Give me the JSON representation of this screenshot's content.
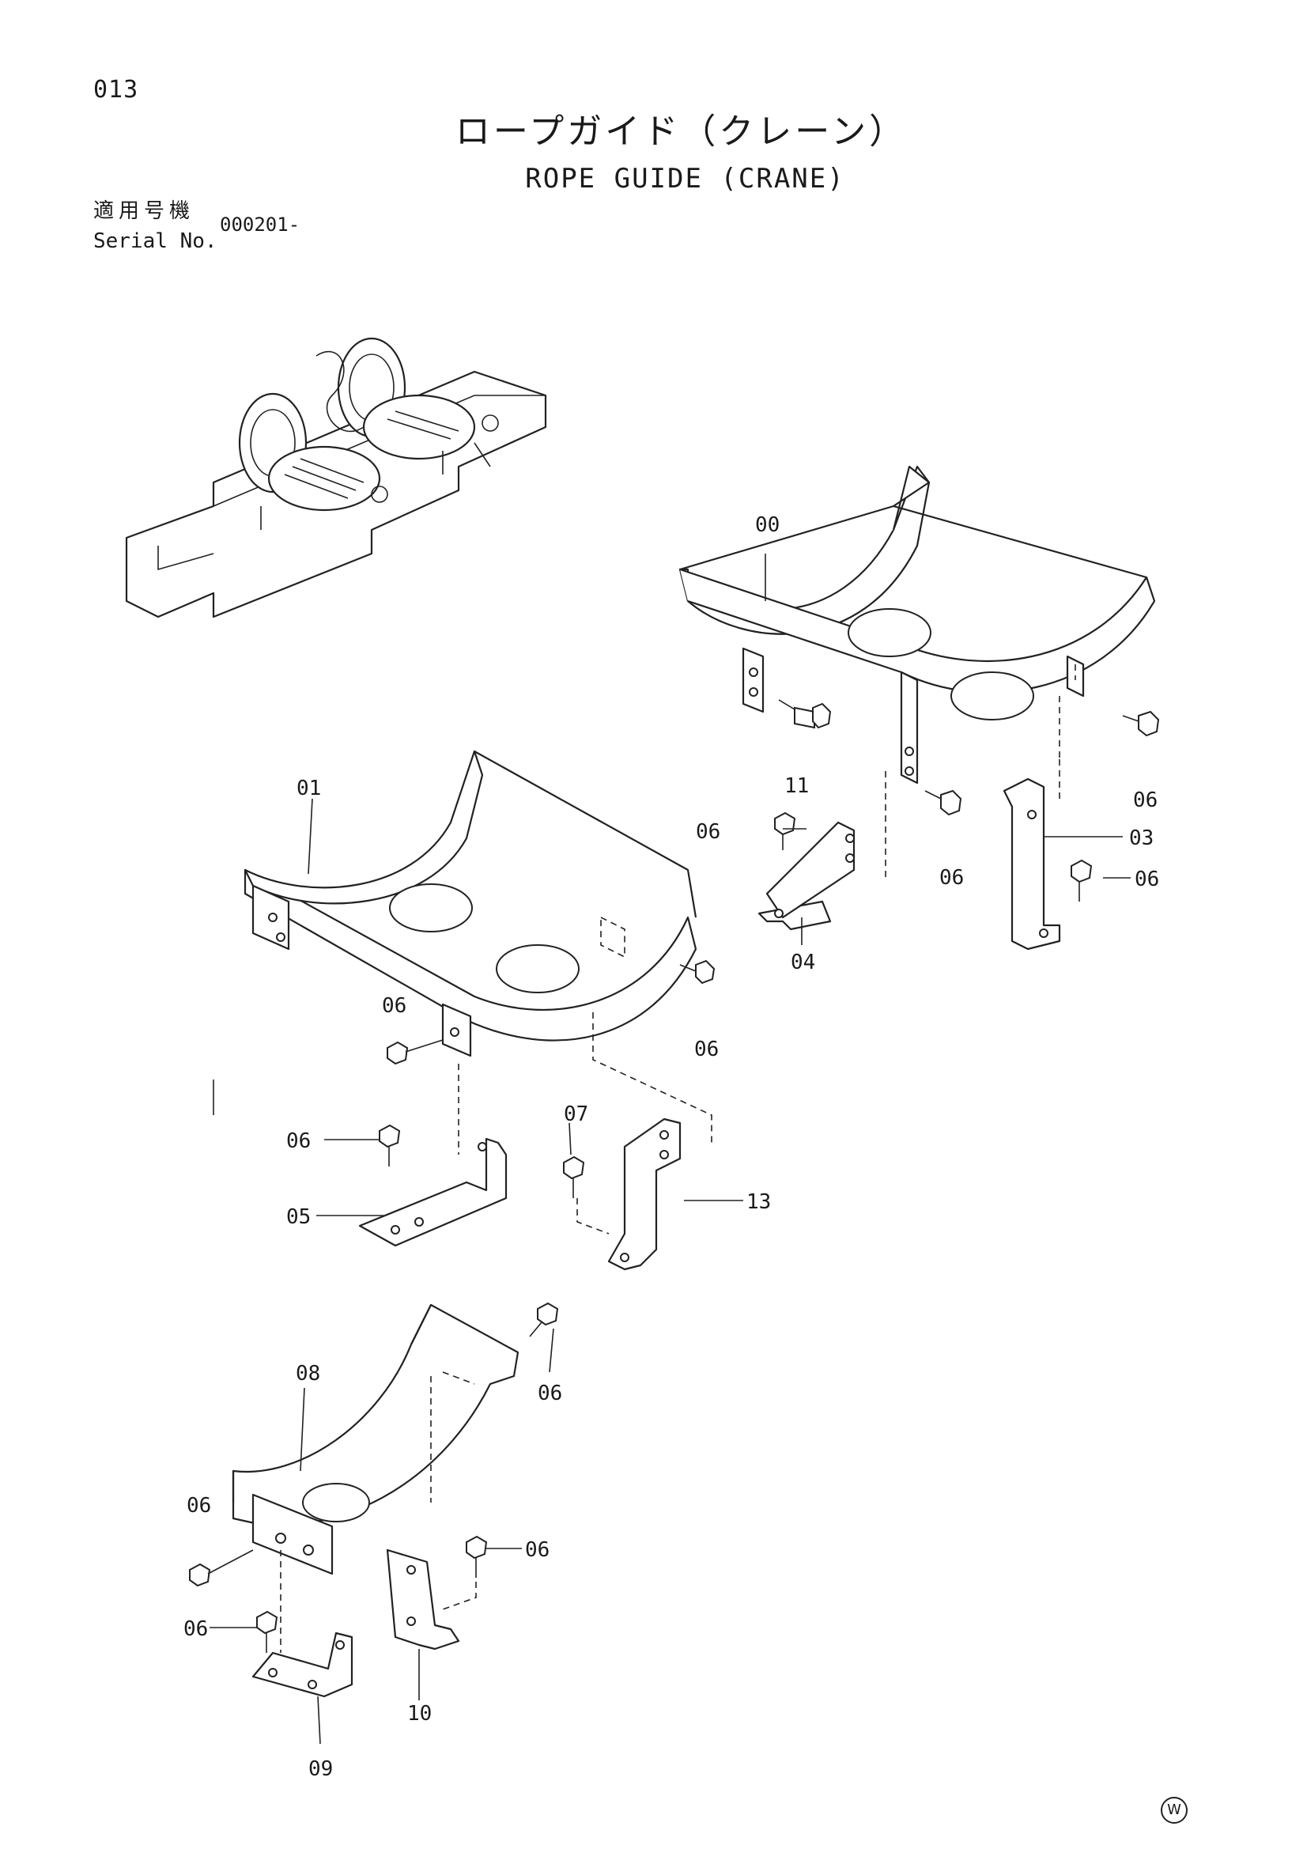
{
  "page": {
    "number": "013"
  },
  "title": {
    "japanese": "ロープガイド（クレーン）",
    "english": "ROPE GUIDE (CRANE)"
  },
  "serial": {
    "label_jp": "適用号機",
    "label_en": "Serial No.",
    "value": "000201-"
  },
  "callouts": [
    {
      "id": "00",
      "label": "00"
    },
    {
      "id": "01",
      "label": "01"
    },
    {
      "id": "03",
      "label": "03"
    },
    {
      "id": "04",
      "label": "04"
    },
    {
      "id": "05",
      "label": "05"
    },
    {
      "id": "06",
      "label": "06"
    },
    {
      "id": "07",
      "label": "07"
    },
    {
      "id": "08",
      "label": "08"
    },
    {
      "id": "09",
      "label": "09"
    },
    {
      "id": "10",
      "label": "10"
    },
    {
      "id": "11",
      "label": "11"
    },
    {
      "id": "13",
      "label": "13"
    }
  ],
  "corner_mark": "W"
}
